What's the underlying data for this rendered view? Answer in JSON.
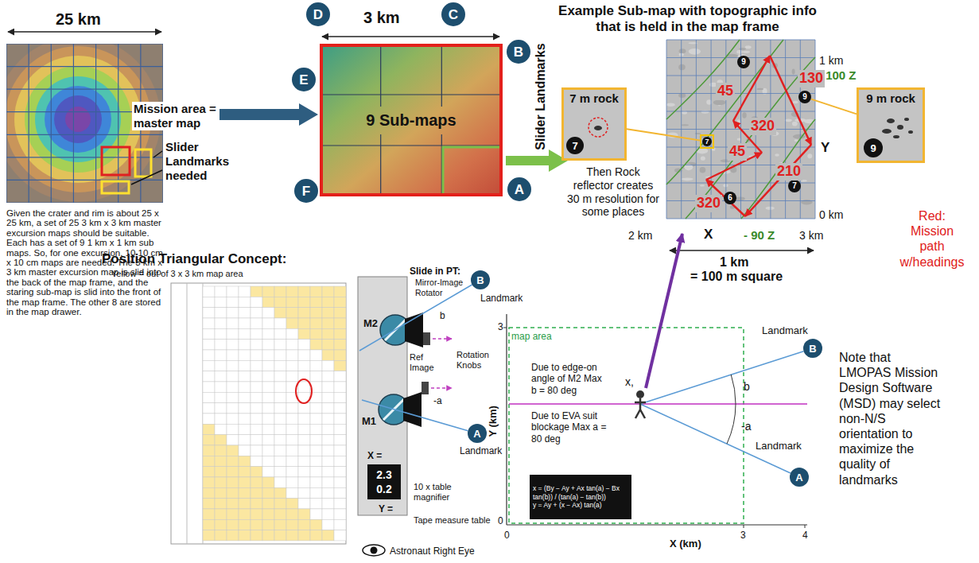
{
  "diagram": {
    "nodes": [
      {
        "text": [
          "D"
        ]
      },
      {
        "text": [
          "C"
        ]
      },
      {
        "text": [
          "9 Sub-maps"
        ]
      },
      {
        "text": [
          "B"
        ]
      },
      {
        "text": [
          "E"
        ]
      },
      {
        "text": [
          "F"
        ]
      },
      {
        "text": [
          "A"
        ]
      },
      {
        "text": [
          "7 m rock"
        ]
      },
      {
        "text": [
          "7"
        ],
        "in": 7
      },
      {
        "text": [
          "9 m rock"
        ]
      },
      {
        "text": [
          "9"
        ],
        "in": 9
      },
      {
        "text": [
          "9"
        ]
      },
      {
        "text": [
          "9"
        ]
      },
      {
        "text": [
          "7"
        ]
      },
      {
        "text": [
          "6"
        ]
      },
      {
        "text": [
          "7"
        ]
      },
      {
        "text": [
          "B"
        ]
      },
      {
        "text": [
          "A"
        ]
      },
      {
        "text": [
          "2.3",
          "0.2"
        ]
      },
      {
        "text": [
          "B"
        ]
      },
      {
        "text": [
          "A"
        ]
      },
      {
        "text": [
          "x = (By − Ay + Ax tan(a) − Bx tan(b)) / (tan(a) − tan(b))",
          "y = Ay + (x − Ax) tan(a)"
        ]
      }
    ],
    "edges": [
      {
        "from": 13,
        "to": 7,
        "arrow": "none"
      },
      {
        "from": 12,
        "to": 9,
        "arrow": "none"
      }
    ],
    "labels": [
      "25 km",
      "Mission area = master map",
      "Slider Landmarks needed",
      "Given the crater and rim is about 25 x 25 km, a set of 25 3 km x 3 km master excursion maps should be suitable. Each has a set of 9 1 km x 1 km sub maps. So, for one excursion, 10 10 cm x 10 cm maps are needed. The 3 km x 3 km master excursion map is slid into the back of the map frame, and the staring sub-map is slid into the front of the map frame. The other 8 are stored in the map drawer.",
      "3 km",
      "Slider Landmarks",
      "Example Sub-map with topographic info that is held in the map frame",
      "1 km",
      "- 100 Z",
      "45",
      "320",
      "130",
      "45",
      "210",
      "320",
      "Y",
      "0 km",
      "2 km",
      "X",
      "- 90 Z",
      "3 km",
      "1 km",
      "= 100 m square",
      "Then Rock reflector creates 30 m resolution for some places",
      "Red: Mission path w/headings",
      "Position Triangular Concept:",
      "Yellow = out of 3 x 3 km map area",
      "Slide in PT:",
      "Mirror-Image Rotator",
      "M2",
      "Ref Image",
      "Rotation Knobs",
      "M1",
      "X =",
      "Y =",
      "10 x table magnifier",
      "Tape measure table",
      "Astronaut Right Eye",
      "Landmark",
      "b",
      "-a",
      "Landmark",
      "3",
      "Y (km)",
      "0",
      "0",
      "X (km)",
      "3",
      "4",
      "map area",
      "Due to edge-on angle of M2 Max b = 80 deg",
      "Due to EVA suit blockage Max a = 80 deg",
      "x,",
      "Landmark",
      "b",
      "-a",
      "Landmark",
      "Note that LMOPAS Mission Design Software (MSD) may select non-N/S orientation to maximize the quality of landmarks"
    ]
  }
}
